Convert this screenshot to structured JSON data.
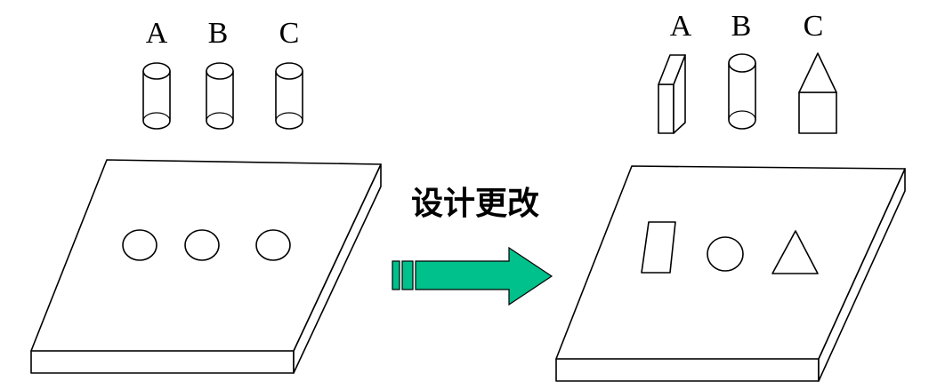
{
  "left_panel": {
    "labels": [
      "A",
      "B",
      "C"
    ]
  },
  "right_panel": {
    "labels": [
      "A",
      "B",
      "C"
    ]
  },
  "change_arrow": {
    "caption": "设计更改",
    "color": "#00C08B"
  }
}
